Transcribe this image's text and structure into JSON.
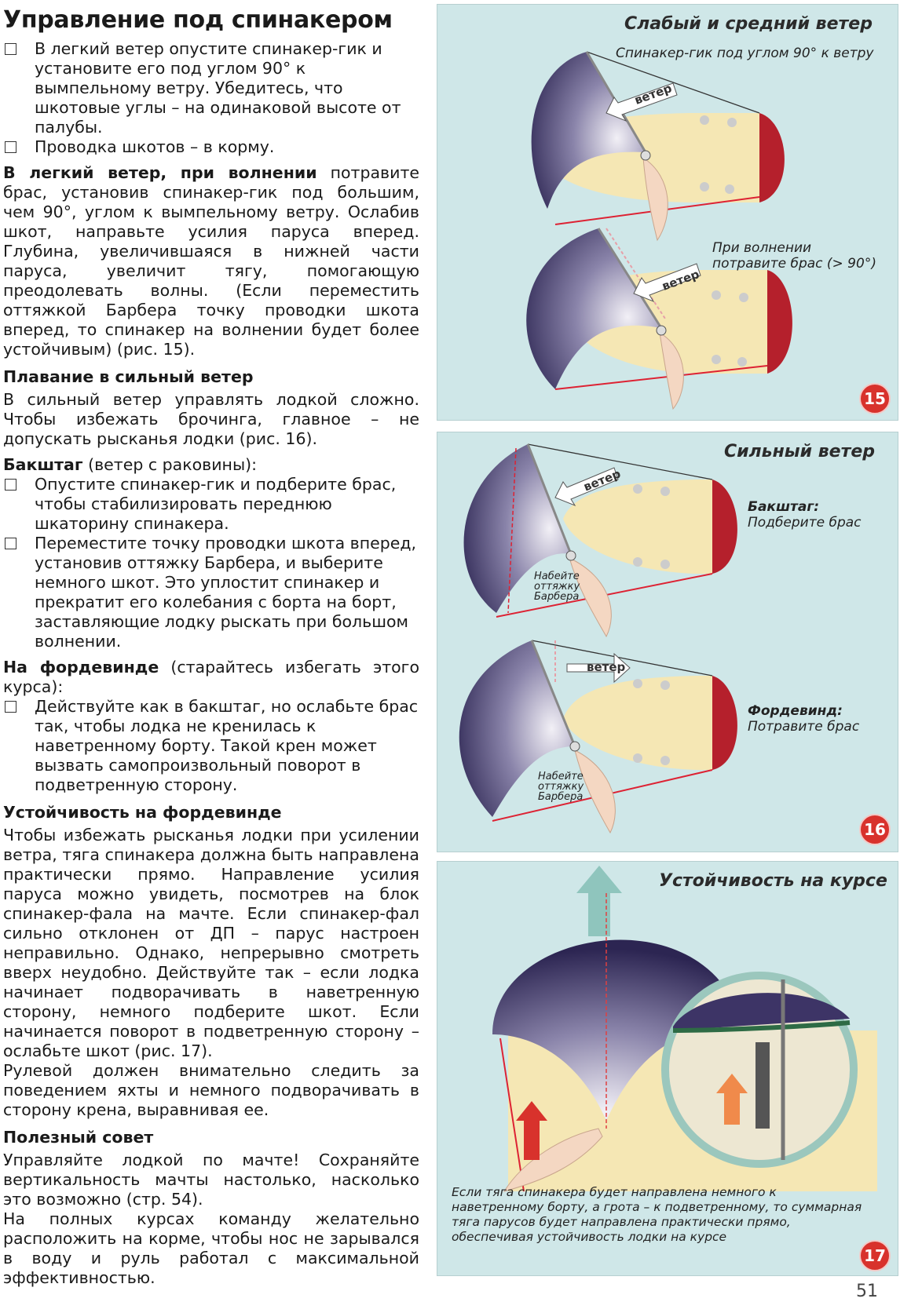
{
  "article": {
    "title": "Управление под спинакером",
    "check1": "В легкий ветер опустите спинакер-гик и установите его под углом 90° к вымпельному ветру. Убедитесь, что шкотовые углы – на одинаковой высоте от палубы.",
    "check2": "Проводка шкотов – в корму.",
    "para1_bold": "В легкий ветер, при волнении",
    "para1_rest": " потравите брас, установив спинакер-гик под большим, чем 90°, углом к вымпельному ветру. Ослабив шкот, направьте усилия паруса вперед. Глубина, увеличившаяся в нижней части паруса, увеличит тягу, помогающую преодолевать волны. (Если переместить оттяжкой Барбера точку проводки шкота вперед, то спинакер на волнении будет более устойчивым) (рис. 15).",
    "h_strong": "Плавание в сильный ветер",
    "para_strong": "В сильный ветер управлять лодкой сложно. Чтобы избежать брочинга, главное – не допускать рысканья лодки (рис. 16).",
    "backstay_bold": "Бакштаг",
    "backstay_rest": " (ветер с раковины):",
    "check3": "Опустите спинакер-гик и подберите брас, чтобы стабилизировать переднюю шкаторину спинакера.",
    "check4": "Переместите точку проводки шкота вперед, установив оттяжку Барбера, и выберите немного шкот. Это уплостит спинакер и прекратит его колебания с борта на борт, заставляющие лодку рыскать при большом волнении.",
    "run_bold": "На фордевинде",
    "run_rest": " (старайтесь избегать этого курса):",
    "check5": "Действуйте как в бакштаг, но ослабьте брас так, чтобы лодка не кренилась к наветренному борту. Такой крен может вызвать самопроизвольный поворот в подветренную сторону.",
    "h_stability": "Устойчивость на фордевинде",
    "para_stability1": "Чтобы избежать рысканья лодки при усилении ветра, тяга спинакера должна быть направлена практически прямо. Направление усилия паруса можно увидеть, посмотрев на блок спинакер-фала на мачте. Если спинакер-фал сильно отклонен от ДП – парус настроен неправильно. Однако, непрерывно смотреть вверх неудобно. Действуйте так – если лодка начинает подворачивать в наветренную сторону, немного подберите шкот. Если начинается поворот в подветренную сторону – ослабьте шкот (рис. 17).",
    "para_stability2": "Рулевой должен внимательно следить за поведением яхты и немного подворачивать в сторону крена, выравнивая ее.",
    "h_tip": "Полезный совет",
    "para_tip1": "Управляйте лодкой по мачте! Сохраняйте вертикальность мачты настолько, насколько это возможно (стр. 54).",
    "para_tip2": "На полных курсах команду желательно расположить на корме, чтобы нос не зарывался в воду и руль работал с максимальной эффективностью."
  },
  "fig15": {
    "title": "Слабый и средний ветер",
    "note_top": "Спинакер-гик под углом 90° к ветру",
    "note_mid_1": "При волнении",
    "note_mid_2": "потравите брас (> 90°)",
    "wind1": "ветер",
    "wind2": "ветер",
    "badge": "15"
  },
  "fig16": {
    "title": "Сильный ветер",
    "note1_bold": "Бакштаг:",
    "note1": "Подберите брас",
    "note2_bold": "Фордевинд:",
    "note2": "Потравите брас",
    "wind1": "ветер",
    "wind2": "ветер",
    "barber1_l1": "Набейте",
    "barber1_l2": "оттяжку",
    "barber1_l3": "Барбера",
    "barber2_l1": "Набейте",
    "barber2_l2": "оттяжку",
    "barber2_l3": "Барбера",
    "badge": "16"
  },
  "fig17": {
    "title": "Устойчивость на курсе",
    "caption": "Если тяга спинакера будет направлена немного к наветренному борту, а грота – к подветренному, то суммарная тяга парусов будет направлена практически прямо, обеспечивая устойчивость лодки на курсе",
    "badge": "17"
  },
  "page_number": "51",
  "colors": {
    "panel_bg": "#cfe7e8",
    "deck": "#f5e7b4",
    "sail_dark": "#3d3466",
    "hull_red": "#b5202c",
    "badge": "#d8322c"
  }
}
